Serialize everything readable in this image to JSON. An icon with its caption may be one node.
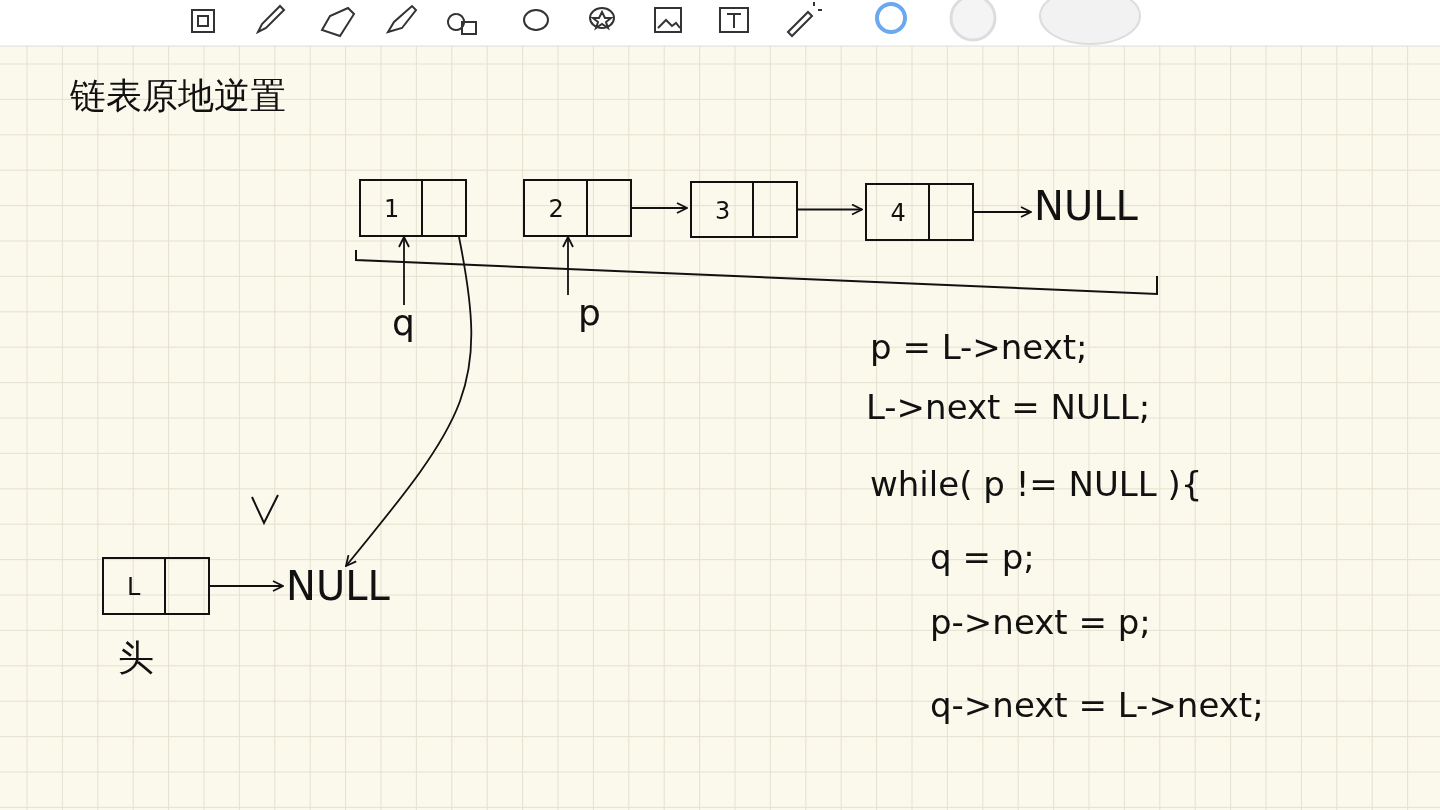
{
  "diagram": {
    "title": "链表原地逆置",
    "nodes": [
      {
        "text": [
          "1"
        ]
      },
      {
        "text": [
          "2"
        ]
      },
      {
        "text": [
          "3"
        ]
      },
      {
        "text": [
          "4"
        ]
      },
      {
        "text": [
          "NULL"
        ]
      },
      {
        "text": [
          "L"
        ],
        "beside": [
          "头"
        ]
      },
      {
        "text": [
          "NULL"
        ]
      },
      {
        "text": [
          "q"
        ]
      },
      {
        "text": [
          "p"
        ]
      }
    ],
    "edges": [
      {
        "from": 1,
        "to": 2,
        "arrow": "to"
      },
      {
        "from": 2,
        "to": 3,
        "arrow": "to"
      },
      {
        "from": 3,
        "to": 4,
        "arrow": "to"
      },
      {
        "from": 0,
        "to": 6,
        "arrow": "to"
      },
      {
        "from": 5,
        "to": 6,
        "arrow": "to"
      },
      {
        "from": 7,
        "to": 0,
        "arrow": "to"
      },
      {
        "from": 8,
        "to": 1,
        "arrow": "to"
      }
    ],
    "labels": [
      "p = L->next;",
      "L->next = NULL;",
      "while( p != NULL ){",
      "q = p;",
      "p->next = p;",
      "q->next = L->next;"
    ]
  }
}
